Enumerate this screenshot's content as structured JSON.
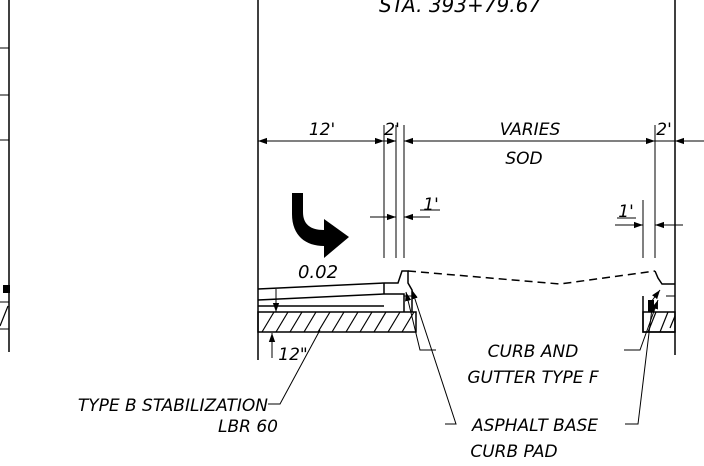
{
  "station": "STA. 393+79.67",
  "dims": {
    "lane_width": "12'",
    "gutter_left": "2'",
    "varies": "VARIES",
    "sod": "SOD",
    "gutter_right": "2'",
    "offset_left": "1'",
    "offset_right": "1'",
    "slope": "0.02",
    "stab_depth": "12\""
  },
  "labels": {
    "curb_line1": "CURB AND",
    "curb_line2": "GUTTER TYPE F",
    "stab_line1": "TYPE B STABILIZATION",
    "stab_line2": "LBR 60",
    "base_line1": "ASPHALT BASE",
    "base_line2": "CURB PAD"
  },
  "icons": {
    "direction": "curved-arrow-icon"
  }
}
